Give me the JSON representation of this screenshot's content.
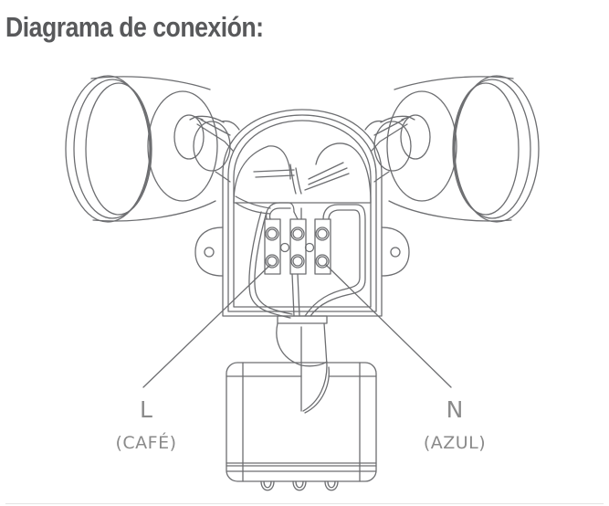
{
  "title": "Diagrama de conexión:",
  "labels": {
    "live": {
      "letter": "L",
      "color_name": "(CAFÉ)"
    },
    "neutral": {
      "letter": "N",
      "color_name": "(AZUL)"
    }
  },
  "diagram": {
    "subject": "twin-head floodlight with motion sensor",
    "terminal_block": {
      "rows": 2,
      "columns": 3
    },
    "line_color": "#6d6e71",
    "text_color": "#8a8a8a",
    "title_color": "#58595b"
  }
}
